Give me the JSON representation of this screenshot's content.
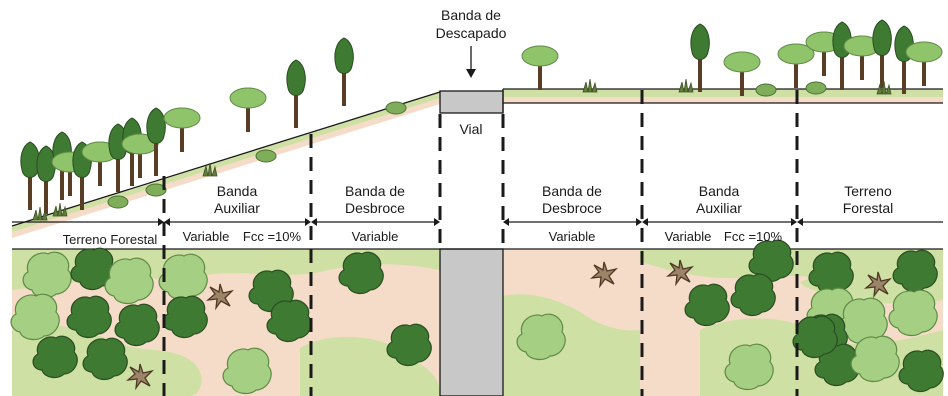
{
  "title": {
    "line1": "Banda de",
    "line2": "Descapado"
  },
  "road": {
    "label": "Vial"
  },
  "left": {
    "forest_label": "Terreno Forestal",
    "aux_line1": "Banda",
    "aux_line2": "Auxiliar",
    "aux_var": "Variable",
    "aux_fcc": "Fcc =10%",
    "desbroce_line1": "Banda de",
    "desbroce_line2": "Desbroce",
    "desbroce_var": "Variable"
  },
  "right": {
    "desbroce_line1": "Banda de",
    "desbroce_line2": "Desbroce",
    "desbroce_var": "Variable",
    "aux_line1": "Banda",
    "aux_line2": "Auxiliar",
    "aux_var": "Variable",
    "aux_fcc": "Fcc =10%",
    "forest_line1": "Terreno",
    "forest_line2": "Forestal"
  },
  "colors": {
    "bare_soil": "#f5dcc8",
    "grass": "#cfe0a4",
    "road": "#c8c8c8",
    "tree_dark": "#3f7a32",
    "tree_light": "#8fc46a",
    "shrub": "#6b4a2e"
  }
}
